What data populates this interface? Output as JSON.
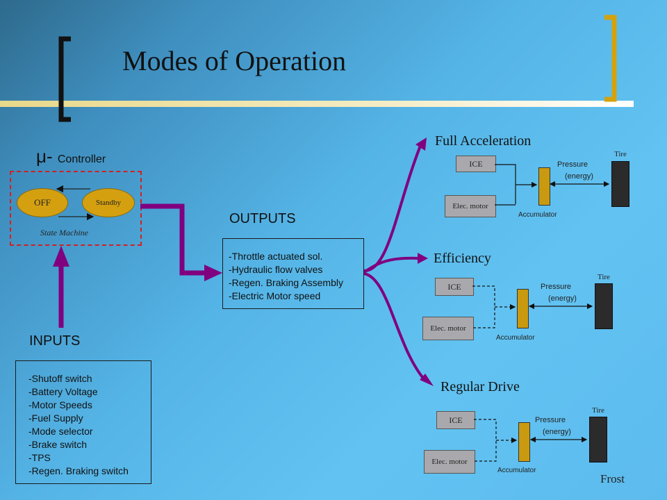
{
  "title": "Modes of Operation",
  "controller": {
    "mu": "μ-",
    "label": "Controller"
  },
  "state_machine": {
    "off": "OFF",
    "standby": "Standby",
    "caption": "State Machine"
  },
  "inputs": {
    "heading": "INPUTS",
    "items": [
      "-Shutoff switch",
      "-Battery Voltage",
      "-Motor Speeds",
      "-Fuel Supply",
      "-Mode selector",
      "-Brake switch",
      "-TPS",
      "-Regen. Braking switch"
    ]
  },
  "outputs": {
    "heading": "OUTPUTS",
    "items": [
      "-Throttle actuated sol.",
      "-Hydraulic flow valves",
      "-Regen. Braking Assembly",
      "-Electric Motor speed"
    ]
  },
  "modes": [
    {
      "title": "Full Acceleration",
      "ice": "ICE",
      "motor": "Elec. motor",
      "accumulator": "Accumulator",
      "pressure": "Pressure",
      "energy": "(energy)",
      "tire": "Tire"
    },
    {
      "title": "Efficiency",
      "ice": "ICE",
      "motor": "Elec. motor",
      "accumulator": "Accumulator",
      "pressure": "Pressure",
      "energy": "(energy)",
      "tire": "Tire"
    },
    {
      "title": "Regular Drive",
      "ice": "ICE",
      "motor": "Elec. motor",
      "accumulator": "Accumulator",
      "pressure": "Pressure",
      "energy": "(energy)",
      "tire": "Tire"
    }
  ],
  "footer": "Frost",
  "colors": {
    "arrow_purple": "#800080",
    "accent_gold": "#c99a10",
    "bracket_gold": "#d4a20c",
    "dashed_red": "#d32020"
  }
}
